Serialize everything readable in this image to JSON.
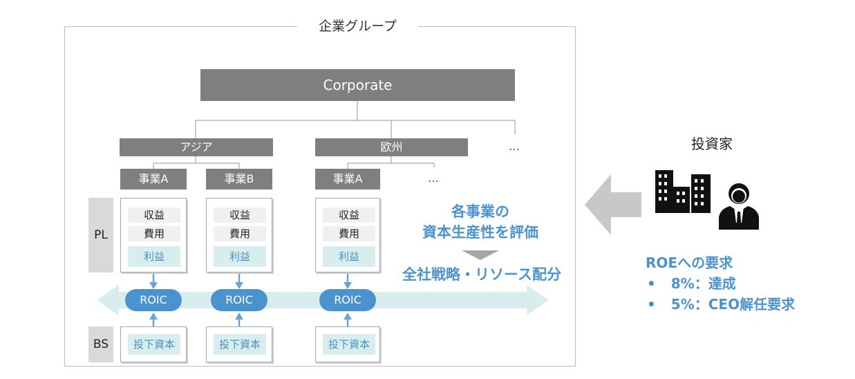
{
  "group": {
    "title": "企業グループ"
  },
  "corporate": {
    "label": "Corporate"
  },
  "regions": [
    {
      "label": "アジア"
    },
    {
      "label": "欧州"
    }
  ],
  "region_more": "…",
  "businesses": [
    {
      "label": "事業A"
    },
    {
      "label": "事業B"
    },
    {
      "label": "事業A"
    }
  ],
  "business_more": "…",
  "pl": {
    "label": "PL",
    "revenue": "収益",
    "cost": "費用",
    "profit": "利益"
  },
  "bs": {
    "label": "BS",
    "capital": "投下資本"
  },
  "roic": "ROIC",
  "evaluation": {
    "line1": "各事業の",
    "line2": "資本生産性を評価",
    "line3": "全社戦略・リソース配分"
  },
  "investor": {
    "label": "投資家",
    "roe_title": "ROEへの要求",
    "bullets": [
      {
        "mark": "•",
        "text": "8%：達成"
      },
      {
        "mark": "•",
        "text": "5%：CEO解任要求"
      }
    ]
  },
  "colors": {
    "gray_box": "#7f7f7f",
    "roic_blue": "#4b93cf",
    "teal_band": "#d8eded",
    "arrow_gray": "#c8c8c8"
  }
}
